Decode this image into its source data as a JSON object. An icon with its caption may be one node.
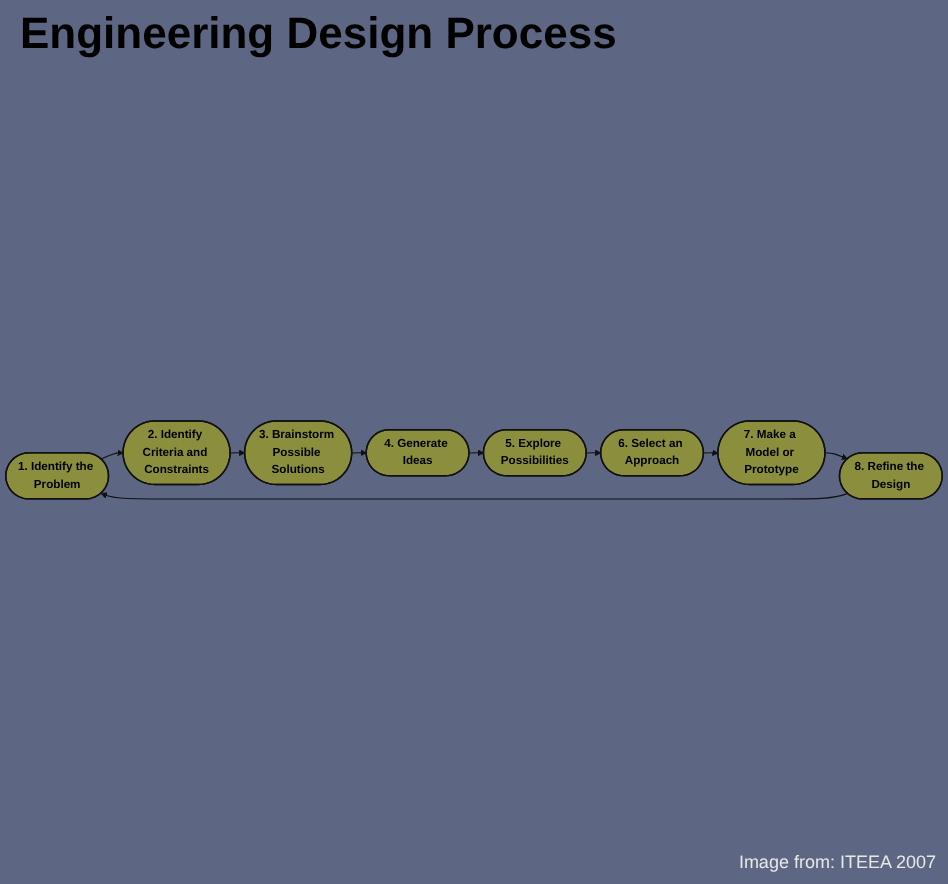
{
  "diagram": {
    "title": "Engineering Design Process",
    "caption": "Image from: ITEEA 2007",
    "nodes": [
      {
        "text": [
          "1. Identify the Problem"
        ]
      },
      {
        "text": [
          "2. Identify Criteria and Constraints"
        ]
      },
      {
        "text": [
          "3. Brainstorm Possible Solutions"
        ]
      },
      {
        "text": [
          "4. Generate Ideas"
        ]
      },
      {
        "text": [
          "5. Explore Possibilities"
        ]
      },
      {
        "text": [
          "6. Select an Approach"
        ]
      },
      {
        "text": [
          "7. Make a Model or Prototype"
        ]
      },
      {
        "text": [
          "8. Refine the Design"
        ]
      }
    ],
    "edges": [
      {
        "from": 0,
        "to": 1,
        "arrow": "to"
      },
      {
        "from": 1,
        "to": 2,
        "arrow": "to"
      },
      {
        "from": 2,
        "to": 3,
        "arrow": "to"
      },
      {
        "from": 3,
        "to": 4,
        "arrow": "to"
      },
      {
        "from": 4,
        "to": 5,
        "arrow": "to"
      },
      {
        "from": 5,
        "to": 6,
        "arrow": "to"
      },
      {
        "from": 6,
        "to": 7,
        "arrow": "to"
      },
      {
        "from": 7,
        "to": 0,
        "arrow": "to"
      }
    ]
  }
}
